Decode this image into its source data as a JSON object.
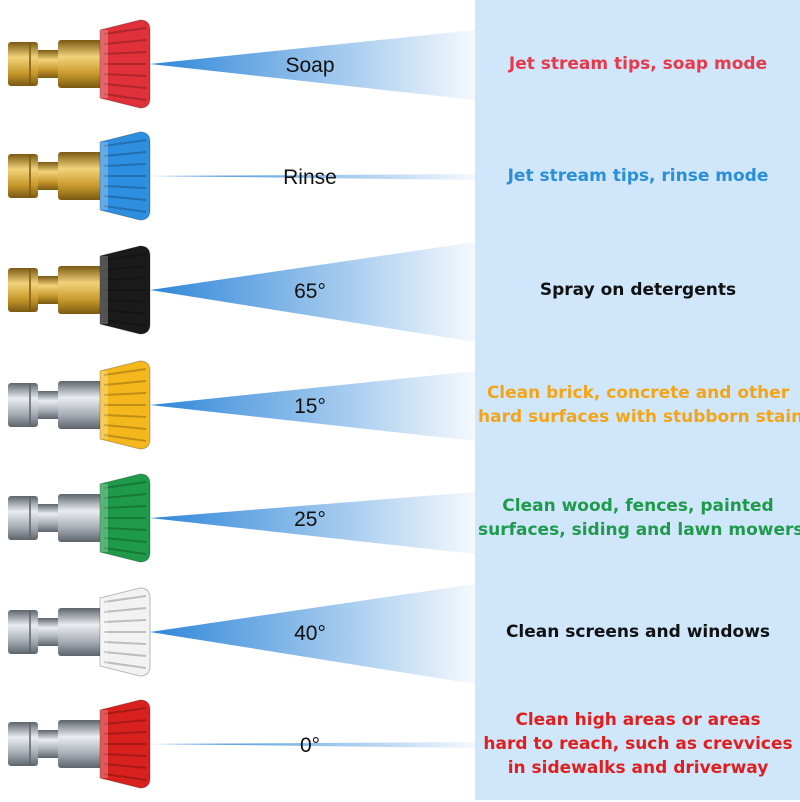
{
  "colors": {
    "panel_bg": "#cfe6fb",
    "spray": "#2f86d8",
    "brass": "#c99a2e",
    "steel": "#a8aeb5"
  },
  "tips": [
    {
      "label": "Soap",
      "tip_color": "#e0303a",
      "fitting": "brass",
      "description": [
        "Jet stream tips, soap mode"
      ],
      "description_color": "#e8394a",
      "spray": "fan-narrow"
    },
    {
      "label": "Rinse",
      "tip_color": "#2e8fe0",
      "fitting": "brass",
      "description": [
        "Jet stream tips, rinse mode"
      ],
      "description_color": "#2a8fd6",
      "spray": "jet"
    },
    {
      "label": "65°",
      "tip_color": "#1a1a1a",
      "fitting": "brass",
      "description": [
        "Spray on detergents"
      ],
      "description_color": "#111111",
      "spray": "fan-wide"
    },
    {
      "label": "15°",
      "tip_color": "#f5b81c",
      "fitting": "steel",
      "description": [
        "Clean brick, concrete and other",
        "hard surfaces with stubborn stains"
      ],
      "description_color": "#f4a516",
      "spray": "fan-narrow"
    },
    {
      "label": "25°",
      "tip_color": "#1f9a4a",
      "fitting": "steel",
      "description": [
        "Clean wood, fences, painted",
        "surfaces, siding and lawn mowers"
      ],
      "description_color": "#1f9a4a",
      "spray": "fan-medium"
    },
    {
      "label": "40°",
      "tip_color": "#f2f2f2",
      "fitting": "steel",
      "description": [
        "Clean screens and windows"
      ],
      "description_color": "#111111",
      "spray": "fan-wide"
    },
    {
      "label": "0°",
      "tip_color": "#d8201f",
      "fitting": "steel",
      "description": [
        "Clean high areas or areas",
        "hard to reach, such as crevvices",
        "in sidewalks and driverway"
      ],
      "description_color": "#e01e1e",
      "spray": "jet"
    }
  ]
}
